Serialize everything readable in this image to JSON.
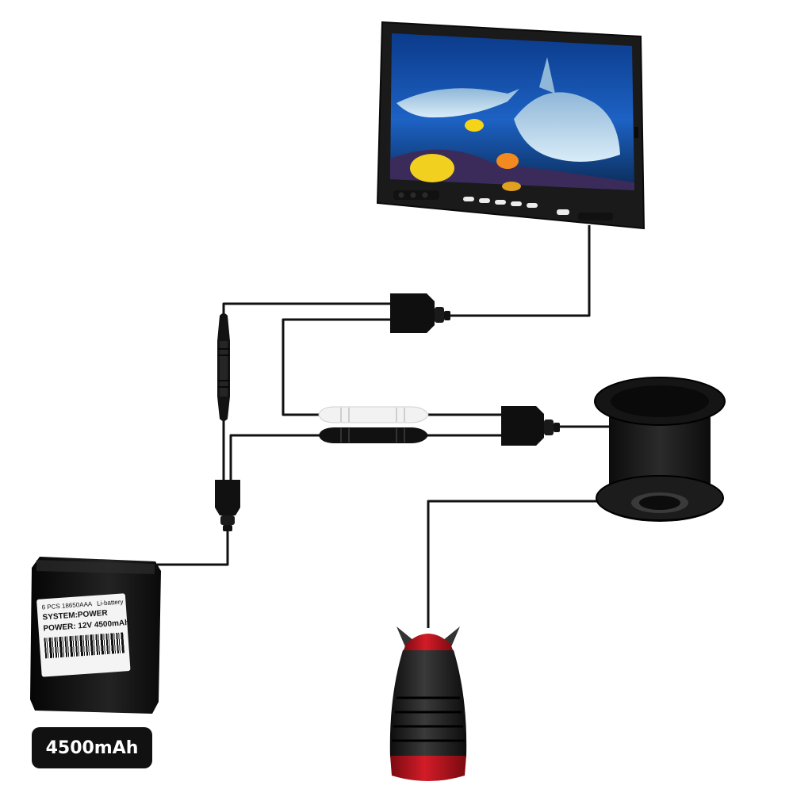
{
  "battery": {
    "label_line1_left": "6 PCS 18650AAA",
    "label_line1_right": "Li-battery",
    "label_line2": "SYSTEM:POWER",
    "label_line3": "POWER: 12V 4500mAh"
  },
  "capacity_badge": "4500mAh",
  "colors": {
    "background": "#ffffff",
    "cable": "#111111",
    "camera_accent": "#b3121d",
    "badge": "#111111"
  },
  "components": [
    "monitor",
    "splitter-upper",
    "splitter-lower",
    "inline-connector",
    "cable-reel",
    "underwater-camera",
    "battery-pack"
  ]
}
